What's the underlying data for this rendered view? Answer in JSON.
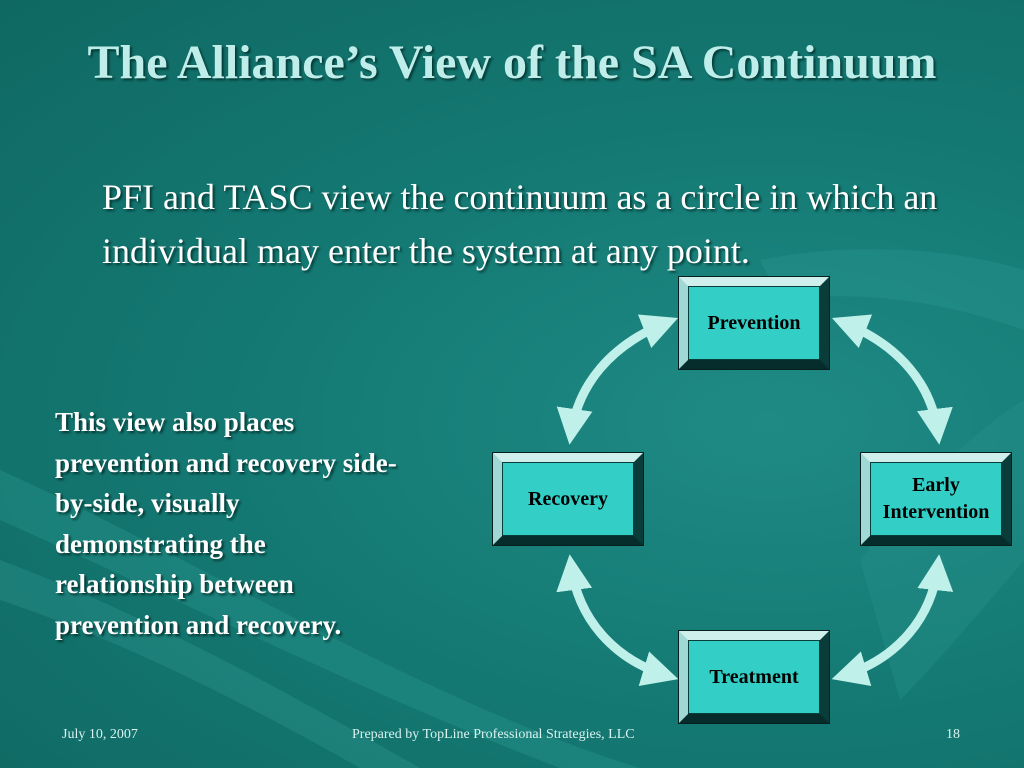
{
  "slide": {
    "title": "The Alliance’s View of the SA Continuum",
    "intro": "PFI and TASC view the continuum as a circle in which an individual may enter the system at any point.",
    "side_text": "This view also places prevention and recovery side-by-side, visually demonstrating the relationship between prevention and recovery."
  },
  "diagram": {
    "nodes": [
      {
        "id": "prevention",
        "label": "Prevention"
      },
      {
        "id": "early",
        "label_line1": "Early",
        "label_line2": "Intervention"
      },
      {
        "id": "treatment",
        "label": "Treatment"
      },
      {
        "id": "recovery",
        "label": "Recovery"
      }
    ],
    "arrows": "double-headed curved arrows connecting adjacent nodes in a circle",
    "arrow_color": "#bff0ea",
    "box_color": "#33cfc6"
  },
  "footer": {
    "date": "July 10, 2007",
    "credit": "Prepared by TopLine Professional Strategies, LLC",
    "page": "18"
  },
  "colors": {
    "background": "#157a74",
    "title": "#bfeeea"
  }
}
